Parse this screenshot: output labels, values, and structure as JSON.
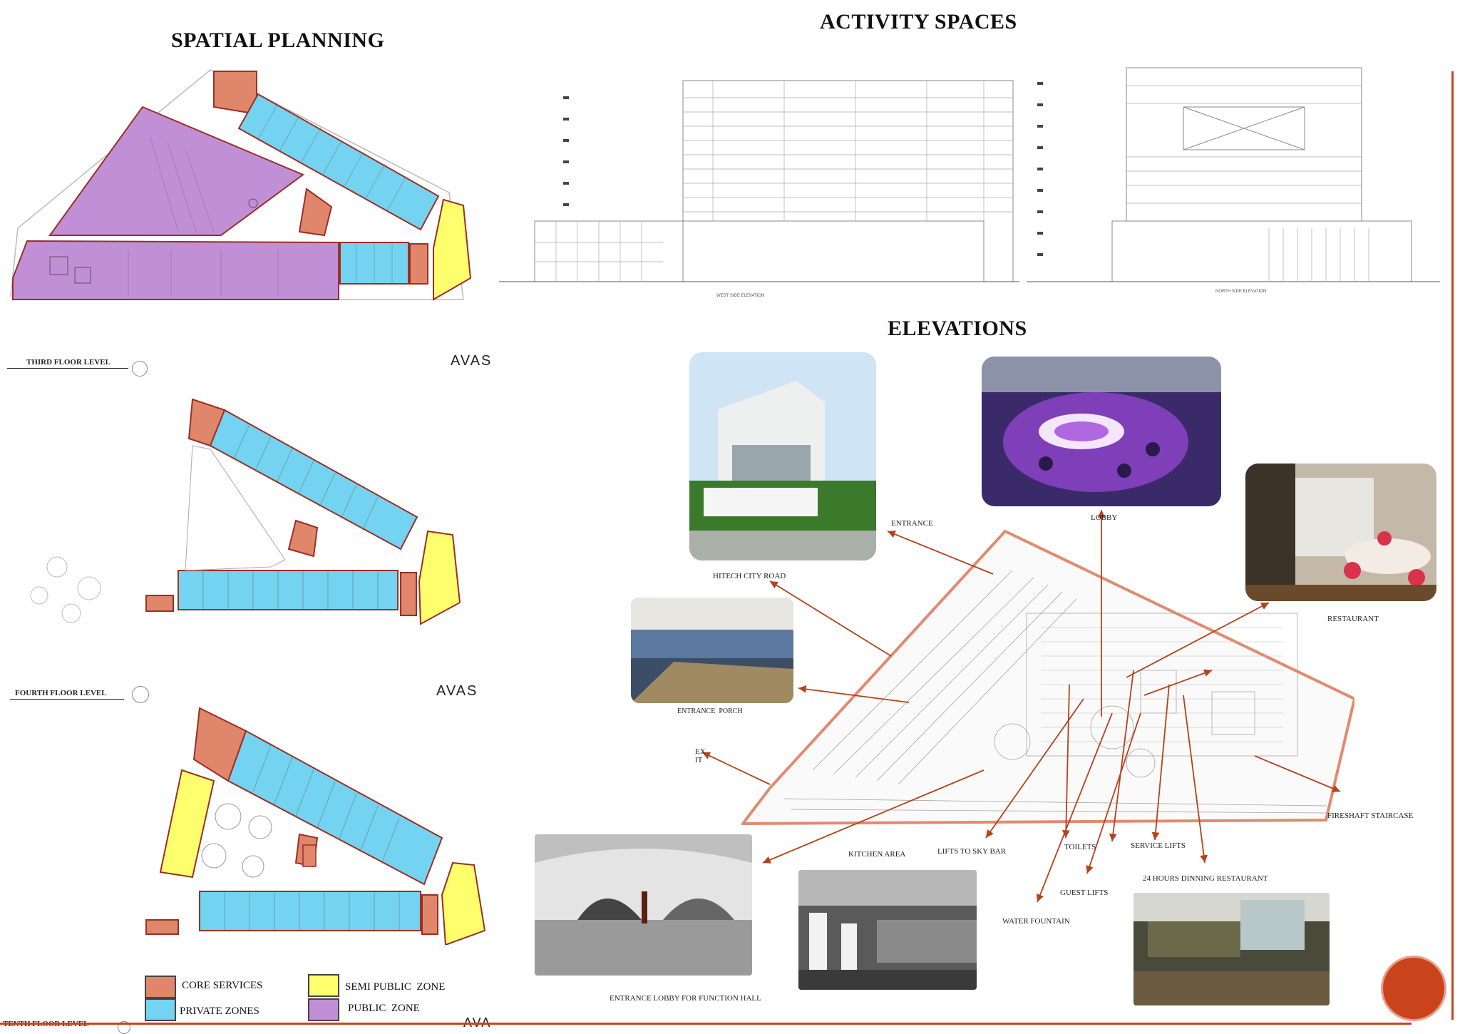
{
  "titles": {
    "spatial": "SPATIAL PLANNING",
    "activity": "ACTIVITY SPACES",
    "elevations": "ELEVATIONS"
  },
  "floors": {
    "third": "THIRD FLOOR LEVEL",
    "fourth": "FOURTH FLOOR LEVEL",
    "tenth": "TENTH FLOOR LEVEL"
  },
  "brand": {
    "third": "AVAS",
    "fourth": "AVAS",
    "tenth": "AVA"
  },
  "legend": [
    {
      "label": "CORE SERVICES",
      "color": "#e0876b"
    },
    {
      "label": "SEMI PUBLIC  ZONE",
      "color": "#ffff6e"
    },
    {
      "label": "PRIVATE ZONES",
      "color": "#73d3f0"
    },
    {
      "label": "PUBLIC  ZONE",
      "color": "#c18fd6"
    }
  ],
  "colors": {
    "core": "#e0876b",
    "private": "#73d3f0",
    "semi": "#ffff6e",
    "public": "#c18fd6",
    "accent": "#c9441c",
    "line": "#b5431c"
  },
  "elevation_captions": {
    "west": "WEST SIDE ELEVATION",
    "north": "NORTH SIDE ELEVATION"
  },
  "labels": {
    "entrance": "ENTRANCE",
    "lobby": "LOBBY",
    "hitech": "HITECH CITY ROAD",
    "restaurant": "RESTAURANT",
    "porch": "ENTRANCE  PORCH",
    "exit_a": "EX",
    "exit_b": "IT",
    "fireshaft": "FIRESHAFT STAIRCASE",
    "kitchen": "KITCHEN AREA",
    "lifts_sky": "LIFTS TO SKY BAR",
    "toilets": "TOILETS",
    "service_lifts": "SERVICE LIFTS",
    "guest_lifts": "GUEST LIFTS",
    "water": "WATER FOUNTAIN",
    "dining24": "24 HOURS DINNING RESTAURANT",
    "function_hall": "ENTRANCE LOBBY FOR FUNCTION HALL"
  }
}
